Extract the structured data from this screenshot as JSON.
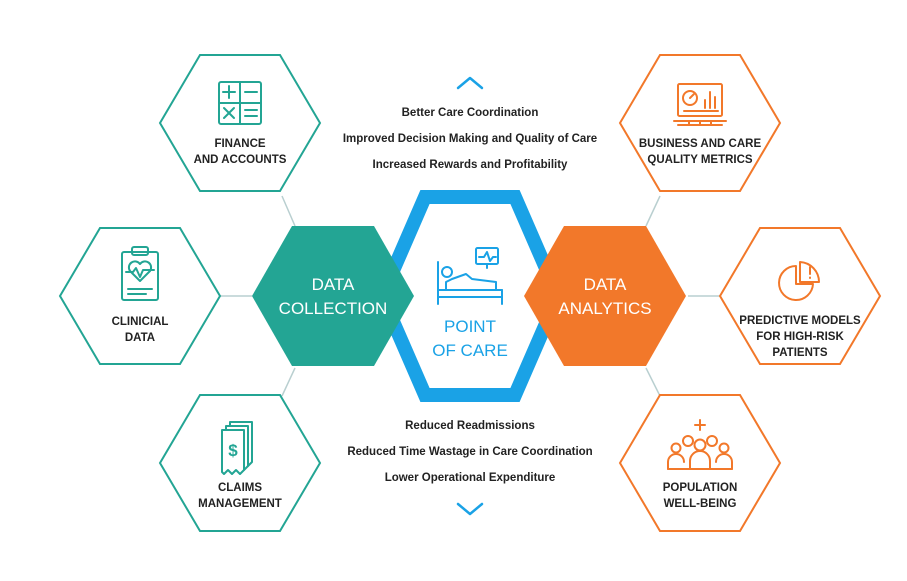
{
  "colors": {
    "teal": "#23A594",
    "orange": "#F2782A",
    "blue": "#1AA2E6",
    "text": "#222222",
    "connector": "#b9cfd0"
  },
  "top_arrow_icon": "chevron-up-icon",
  "bottom_arrow_icon": "chevron-down-icon",
  "benefits_top": [
    "Better Care Coordination",
    "Improved Decision Making and Quality of Care",
    "Increased Rewards and Profitability"
  ],
  "benefits_bottom": [
    "Reduced Readmissions",
    "Reduced Time Wastage in Care Coordination",
    "Lower Operational Expenditure"
  ],
  "center": {
    "icon": "patient-bed-monitor-icon",
    "line1": "POINT",
    "line2": "OF CARE"
  },
  "collection": {
    "line1": "DATA",
    "line2": "COLLECTION"
  },
  "analytics": {
    "line1": "DATA",
    "line2": "ANALYTICS"
  },
  "sources": {
    "finance": {
      "icon": "calculator-icon",
      "line1": "FINANCE",
      "line2": "AND ACCOUNTS"
    },
    "clinical": {
      "icon": "clipboard-heartbeat-icon",
      "line1": "CLINICIAL",
      "line2": "DATA"
    },
    "claims": {
      "icon": "invoice-dollar-icon",
      "line1": "CLAIMS",
      "line2": "MANAGEMENT"
    }
  },
  "outcomes": {
    "business": {
      "icon": "dashboard-chart-icon",
      "line1": "BUSINESS AND CARE",
      "line2": "QUALITY METRICS"
    },
    "predictive": {
      "icon": "pie-chart-alert-icon",
      "line1": "PREDICTIVE MODELS",
      "line2": "FOR HIGH-RISK",
      "line3": "PATIENTS"
    },
    "population": {
      "icon": "population-group-icon",
      "line1": "POPULATION",
      "line2": "WELL-BEING"
    }
  }
}
